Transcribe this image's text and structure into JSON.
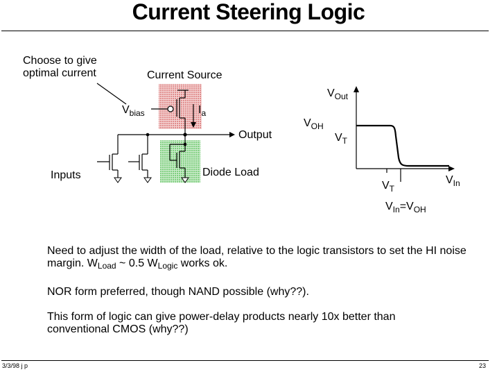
{
  "slide": {
    "title": "Current Steering Logic",
    "footer_left": "3/3/98 j p",
    "page_number": "23"
  },
  "circuit": {
    "note_line1": "Choose to give",
    "note_line2": "optimal current",
    "current_source": "Current Source",
    "vbias_main": "V",
    "vbias_sub": "bias",
    "ia_main": "I",
    "ia_sub": "a",
    "output": "Output",
    "inputs": "Inputs",
    "diode_load": "Diode Load",
    "colors": {
      "source_box": "#e8a0a0",
      "load_box": "#9ad79a"
    }
  },
  "transfer": {
    "vout_main": "V",
    "vout_sub": "Out",
    "voh_main": "V",
    "voh_sub": "OH",
    "vt_y_main": "V",
    "vt_y_sub": "T",
    "vt_x_main": "V",
    "vt_x_sub": "T",
    "vin_main": "V",
    "vin_sub": "In",
    "cond_v1": "V",
    "cond_sub1": "In",
    "cond_eq": "=",
    "cond_v2": "V",
    "cond_sub2": "OH"
  },
  "notes": {
    "p1_text_a": "Need to adjust the width of the load, relative to the logic transistors to set the HI noise margin.  W",
    "p1_sub_a": "Load",
    "p1_text_b": " ~ 0.5 W",
    "p1_sub_b": "Logic",
    "p1_text_c": " works ok.",
    "p2": "NOR form preferred, though NAND possible (why??).",
    "p3": "This form of logic can give power-delay products nearly 10x better than conventional CMOS (why??)"
  }
}
